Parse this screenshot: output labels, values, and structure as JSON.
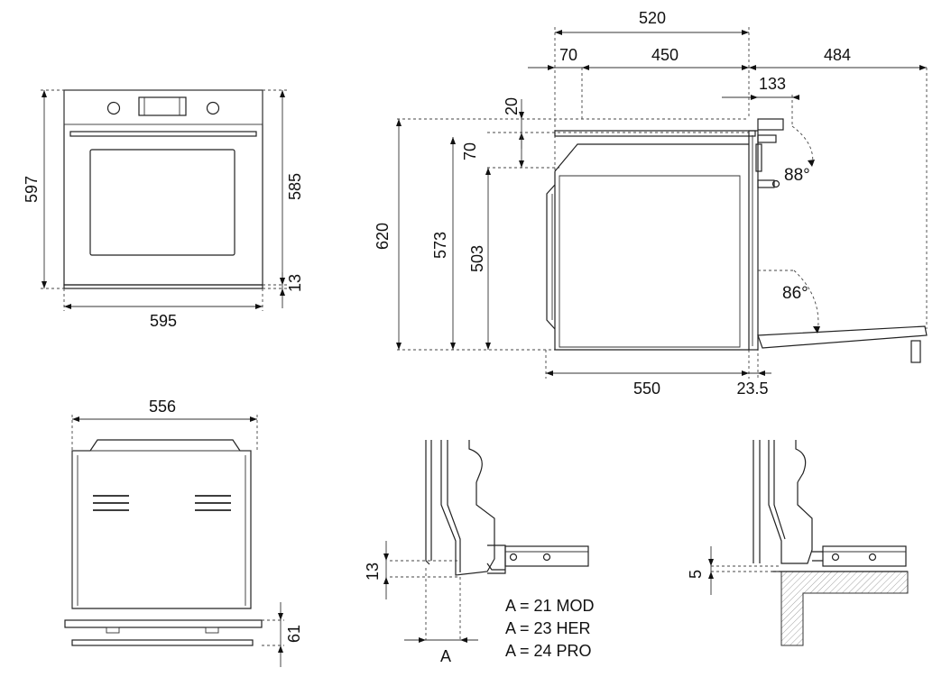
{
  "colors": {
    "line": "#222222",
    "hatch": "#888888",
    "background": "#ffffff"
  },
  "front_view": {
    "height_total": "597",
    "height_body": "585",
    "height_base": "13",
    "width": "595"
  },
  "side_view": {
    "depth_total": "520",
    "depth_front": "70",
    "depth_back": "450",
    "door_open": "484",
    "handle": "133",
    "top_gap": "20",
    "inner_gap": "70",
    "height_total": "620",
    "height_mid": "573",
    "height_inner": "503",
    "depth_body": "550",
    "door_thickness": "23.5",
    "angle_upper": "88°",
    "angle_lower": "86°"
  },
  "rear_view": {
    "width": "556",
    "height_base": "61"
  },
  "detail_a": {
    "dim": "13",
    "label": "A",
    "legend": [
      "A = 21 MOD",
      "A = 23 HER",
      "A = 24 PRO"
    ]
  },
  "detail_b": {
    "dim": "5"
  }
}
